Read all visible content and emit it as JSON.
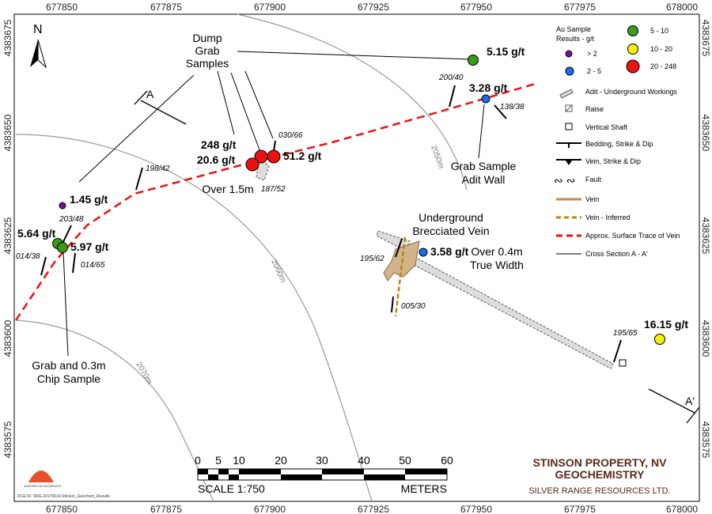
{
  "coords": {
    "x": [
      "677850",
      "677875",
      "677900",
      "677925",
      "677950",
      "677975",
      "678000"
    ],
    "y": [
      "4383675",
      "4383650",
      "4383625",
      "4383600",
      "4383575"
    ]
  },
  "contours": [
    "2050m",
    "2060m",
    "2070m"
  ],
  "samples": [
    {
      "label": "1.45 g/t",
      "class": "> 2",
      "color": "#7b0d9c"
    },
    {
      "label": "5.64 g/t",
      "class": "5 - 10",
      "color": "#3a9a1a"
    },
    {
      "label": "5.97 g/t",
      "class": "5 - 10",
      "color": "#3a9a1a"
    },
    {
      "label": "248 g/t",
      "class": "20 - 248",
      "color": "#ee1111"
    },
    {
      "label": "20.6 g/t",
      "class": "20 - 248",
      "color": "#ee1111"
    },
    {
      "label": "51.2 g/t",
      "class": "20 - 248",
      "color": "#ee1111"
    },
    {
      "label": "5.15 g/t",
      "class": "5 - 10",
      "color": "#3a9a1a"
    },
    {
      "label": "3.28 g/t",
      "class": "2 - 5",
      "color": "#1a6ff0"
    },
    {
      "label": "3.58 g/t",
      "class": "2 - 5",
      "color": "#1a6ff0"
    },
    {
      "label": "16.15 g/t",
      "class": "10 - 20",
      "color": "#f5f00a"
    }
  ],
  "dips": [
    "203/48",
    "014/38",
    "014/65",
    "198/42",
    "030/66",
    "187/52",
    "200/40",
    "138/38",
    "195/62",
    "005/30",
    "195/65"
  ],
  "annotations": {
    "dump": [
      "Dump",
      "Grab",
      "Samples"
    ],
    "grab_chip": [
      "Grab and 0.3m",
      "Chip Sample"
    ],
    "over15": "Over 1.5m",
    "adit_wall": [
      "Grab Sample",
      "Adit Wall"
    ],
    "ug_vein": [
      "Underground",
      "Brecciated Vein"
    ],
    "width": [
      "Over 0.4m",
      "True Width"
    ],
    "section_a": "A",
    "section_a2": "A'",
    "north": "N"
  },
  "legend": {
    "title": [
      "Au Sample",
      "Results - g/t"
    ],
    "classes": [
      {
        "label": "> 2",
        "color": "#7b0d9c"
      },
      {
        "label": "2 - 5",
        "color": "#1a6ff0"
      },
      {
        "label": "5 - 10",
        "color": "#3a9a1a"
      },
      {
        "label": "10 - 20",
        "color": "#f5f00a"
      },
      {
        "label": "20 - 248",
        "color": "#ee1111"
      }
    ],
    "items": [
      "Adit - Underground Workings",
      "Raise",
      "Vertical Shaft",
      "Bedding, Strike & Dip",
      "Vein, Strike & Dip",
      "Fault",
      "Vein",
      "Vein - Inferred",
      "Approx. Surface Trace of Vein",
      "Cross Section A - A'"
    ]
  },
  "scale": {
    "ticks": [
      "0",
      "5",
      "10",
      "20",
      "30",
      "40",
      "50",
      "60"
    ],
    "label": "SCALE 1:750",
    "units": "METERS"
  },
  "title": {
    "line1": "STINSON PROPERTY, NV",
    "line2": "GEOCHEMISTRY",
    "company": "SILVER RANGE RESOURCES LTD."
  },
  "logo_text": "AURORA GEOSCIENCES",
  "file_id": "FILE ID: SNG-20170614-Stinson_Geochem_Results"
}
